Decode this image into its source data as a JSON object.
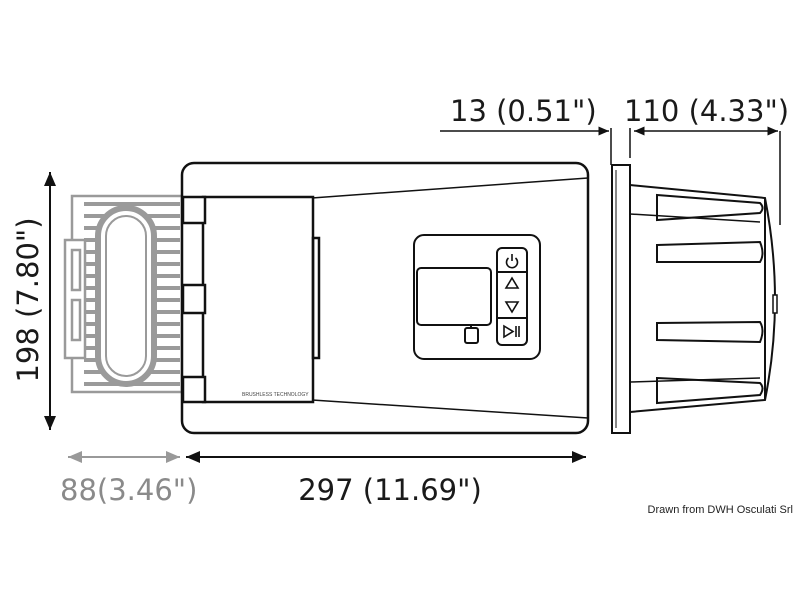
{
  "dimensions": {
    "height": "198 (7.80\")",
    "grille_depth": "88(3.46\")",
    "body_length": "297 (11.69\")",
    "flange_thickness": "13 (0.51\")",
    "rear_depth": "110 (4.33\")"
  },
  "lid_label": "BRUSHLESS TECHNOLOGY",
  "credit": "Drawn from DWH Osculati Srl",
  "control_panel": {
    "buttons": [
      "power-icon",
      "up-triangle-icon",
      "down-triangle-icon",
      "play-pause-icon"
    ]
  },
  "colors": {
    "line": "#111111",
    "grille": "#9a9a9a"
  }
}
